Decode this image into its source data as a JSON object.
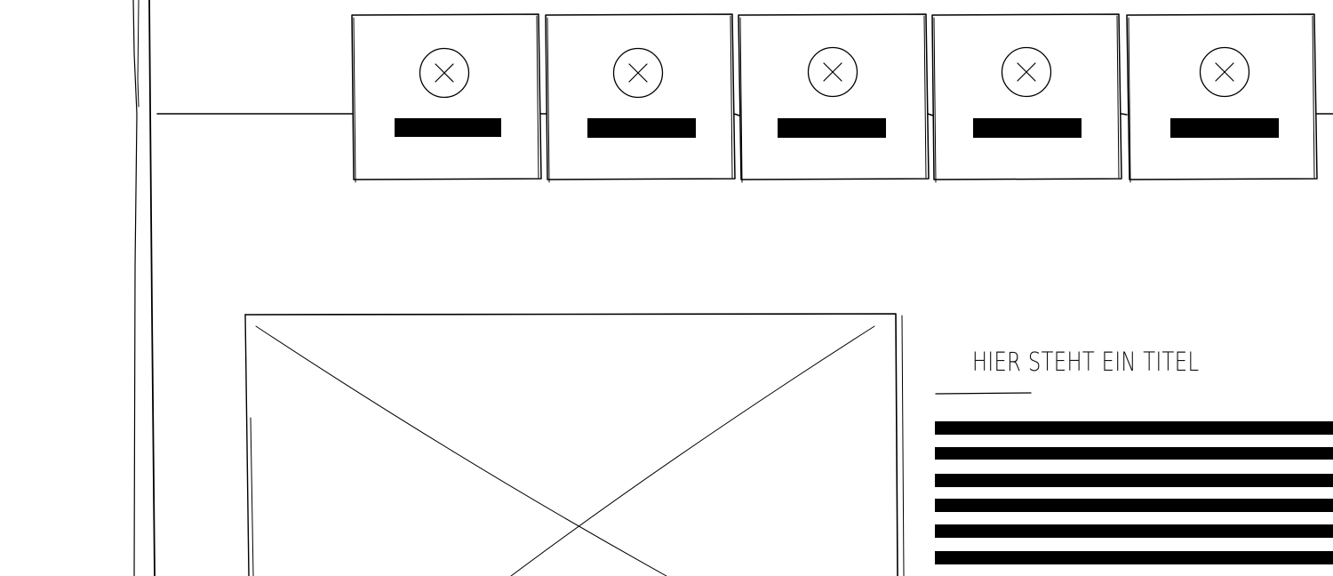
{
  "content": {
    "title": "HIER STEHT EIN TITEL"
  },
  "tiles": [
    {
      "icon": "close-icon",
      "label_placeholder": "redacted-text"
    },
    {
      "icon": "close-icon",
      "label_placeholder": "redacted-text"
    },
    {
      "icon": "close-icon",
      "label_placeholder": "redacted-text"
    },
    {
      "icon": "close-icon",
      "label_placeholder": "redacted-text"
    },
    {
      "icon": "close-icon",
      "label_placeholder": "redacted-text"
    }
  ],
  "colors": {
    "stroke": "#000000",
    "background": "#ffffff"
  }
}
